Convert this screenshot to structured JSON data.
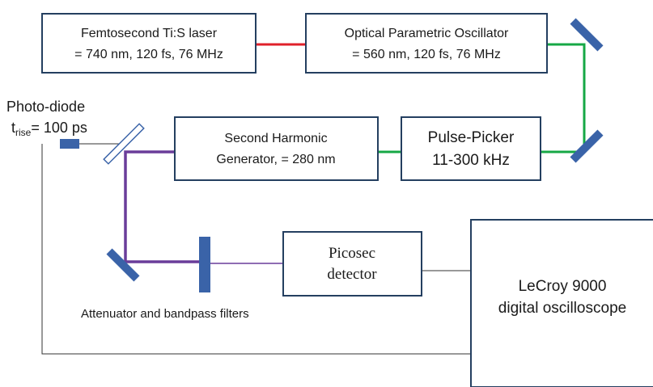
{
  "colors": {
    "box_border": "#243f60",
    "red_beam": "#e0202a",
    "green_beam": "#16a845",
    "purple_beam": "#6a3d9a",
    "component_fill": "#3a63a8",
    "signal_line": "#333333"
  },
  "boxes": {
    "laser": {
      "line1": "Femtosecond Ti:S laser",
      "line2": "= 740 nm, 120 fs, 76 MHz"
    },
    "opo": {
      "line1": "Optical Parametric Oscillator",
      "line2": "= 560 nm, 120 fs, 76 MHz"
    },
    "shg": {
      "line1": "Second Harmonic",
      "line2": "Generator, = 280 nm"
    },
    "picker": {
      "line1": "Pulse-Picker",
      "line2": "11-300 kHz"
    },
    "detector": {
      "line1": "Picosec",
      "line2": "detector"
    },
    "oscilloscope": {
      "line1": "LeCroy 9000",
      "line2": "digital oscilloscope"
    }
  },
  "photodiode": {
    "label": "Photo-diode",
    "t": "t",
    "sub": "rise",
    "value": "= 100 ps"
  },
  "filters_label": "Attenuator and bandpass filters",
  "icons": {
    "mirror": "mirror-icon",
    "beam_splitter": "beam-splitter-icon",
    "photodiode": "photodiode-icon",
    "filter": "filter-icon"
  }
}
